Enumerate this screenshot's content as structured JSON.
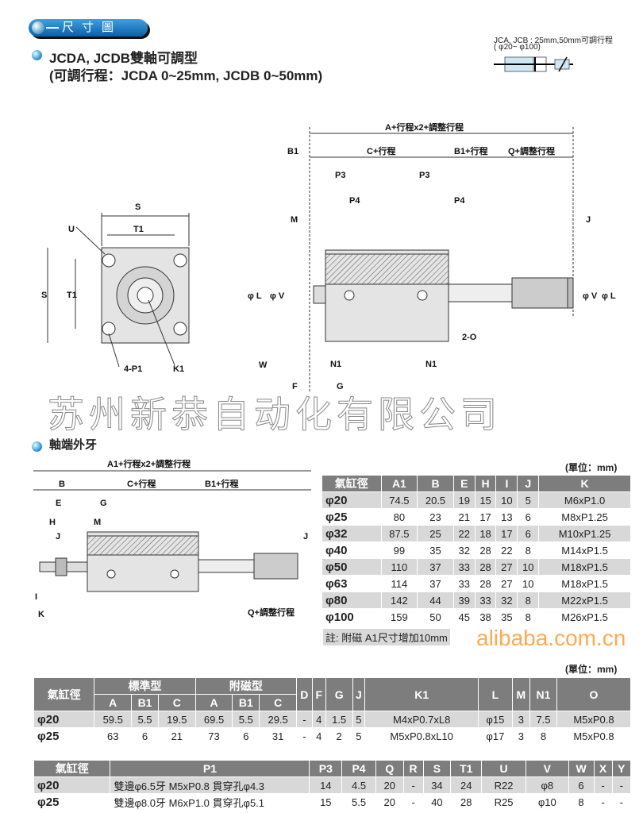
{
  "banner": "尺寸圖",
  "section1": {
    "title": "JCDA, JCDB雙軸可調型",
    "subtitle": "(可調行程：JCDA 0~25mm, JCDB 0~50mm)"
  },
  "legend_note": {
    "line1": "JCA, JCB : 25mm,50mm可調行程",
    "line2": "( φ20~ φ100)"
  },
  "front_view": {
    "S": "S",
    "T1": "T1",
    "T1_v": "T1",
    "S_v": "S",
    "U": "U",
    "P1": "4-P1",
    "K1": "K1"
  },
  "side_view": {
    "A": "A+行程x2+調整行程",
    "B1": "B1",
    "C": "C+行程",
    "B1b": "B1+行程",
    "Q": "Q+調整行程",
    "P3a": "P3",
    "P3b": "P3",
    "P4a": "P4",
    "P4b": "P4",
    "M": "M",
    "J": "J",
    "L1": "φ L",
    "V1": "φ V",
    "V2": "φ V",
    "L2": "φ L",
    "O": "2-O",
    "W": "W",
    "N1a": "N1",
    "N1b": "N1",
    "F": "F",
    "G": "G"
  },
  "watermark": "苏州新恭自动化有限公司",
  "section2": {
    "title": "軸端外牙"
  },
  "male_view": {
    "A1": "A1+行程x2+調整行程",
    "B": "B",
    "C": "C+行程",
    "B1": "B1+行程",
    "E": "E",
    "G": "G",
    "H": "H",
    "M": "M",
    "J1": "J",
    "J2": "J",
    "I": "I",
    "K": "K",
    "Q": "Q+調整行程"
  },
  "table1": {
    "unit": "(單位：mm)",
    "headers": [
      "氣缸徑",
      "A1",
      "B",
      "E",
      "H",
      "I",
      "J",
      "K"
    ],
    "rows": [
      [
        "φ20",
        "74.5",
        "20.5",
        "19",
        "15",
        "10",
        "5",
        "M6xP1.0"
      ],
      [
        "φ25",
        "80",
        "23",
        "21",
        "17",
        "13",
        "6",
        "M8xP1.25"
      ],
      [
        "φ32",
        "87.5",
        "25",
        "22",
        "18",
        "17",
        "6",
        "M10xP1.25"
      ],
      [
        "φ40",
        "99",
        "35",
        "32",
        "28",
        "22",
        "8",
        "M14xP1.5"
      ],
      [
        "φ50",
        "110",
        "37",
        "33",
        "28",
        "27",
        "10",
        "M18xP1.5"
      ],
      [
        "φ63",
        "114",
        "37",
        "33",
        "28",
        "27",
        "10",
        "M18xP1.5"
      ],
      [
        "φ80",
        "142",
        "44",
        "39",
        "33",
        "32",
        "8",
        "M22xP1.5"
      ],
      [
        "φ100",
        "159",
        "50",
        "45",
        "38",
        "35",
        "8",
        "M26xP1.5"
      ]
    ],
    "note": "註: 附磁 A1尺寸增加10mm"
  },
  "table2": {
    "unit": "(單位：mm)",
    "bore": "氣缸徑",
    "group1": "標準型",
    "group2": "附磁型",
    "sub": [
      "A",
      "B1",
      "C",
      "A",
      "B1",
      "C"
    ],
    "headers": [
      "D",
      "F",
      "G",
      "J",
      "K1",
      "L",
      "M",
      "N1",
      "O"
    ],
    "rows": [
      [
        "φ20",
        "59.5",
        "5.5",
        "19.5",
        "69.5",
        "5.5",
        "29.5",
        "-",
        "4",
        "1.5",
        "5",
        "M4xP0.7xL8",
        "φ15",
        "3",
        "7.5",
        "M5xP0.8"
      ],
      [
        "φ25",
        "63",
        "6",
        "21",
        "73",
        "6",
        "31",
        "-",
        "4",
        "2",
        "5",
        "M5xP0.8xL10",
        "φ17",
        "3",
        "8",
        "M5xP0.8"
      ]
    ]
  },
  "table3": {
    "headers": [
      "氣缸徑",
      "P1",
      "P3",
      "P4",
      "Q",
      "R",
      "S",
      "T1",
      "U",
      "V",
      "W",
      "X",
      "Y"
    ],
    "rows": [
      [
        "φ20",
        "雙邊φ6.5牙 M5xP0.8 貫穿孔φ4.3",
        "14",
        "4.5",
        "20",
        "-",
        "34",
        "24",
        "R22",
        "φ8",
        "6",
        "-",
        "-"
      ],
      [
        "φ25",
        "雙邊φ8.0牙 M6xP1.0 貫穿孔φ5.1",
        "15",
        "5.5",
        "20",
        "-",
        "40",
        "28",
        "R25",
        "φ10",
        "8",
        "-",
        "-"
      ]
    ]
  },
  "alibaba": "alibaba.com.cn"
}
